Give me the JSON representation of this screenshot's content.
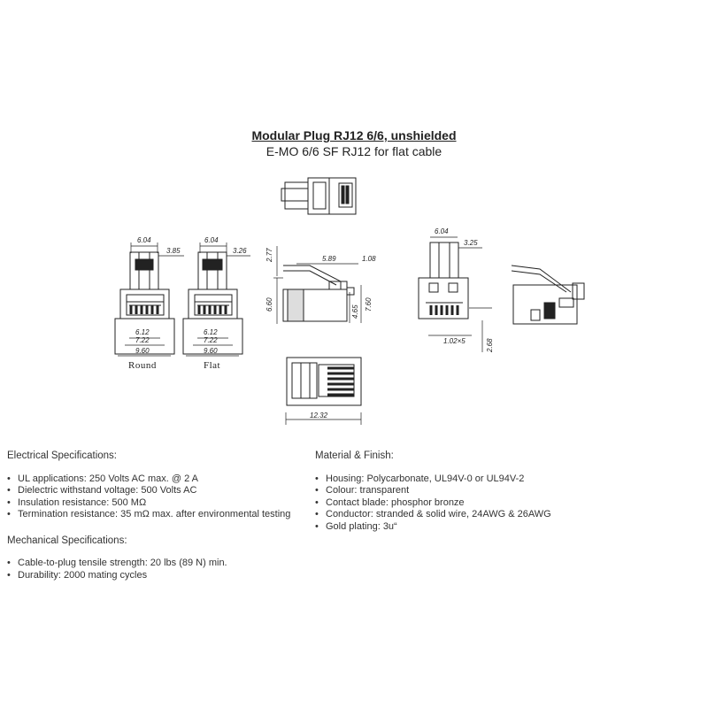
{
  "title": "Modular Plug RJ12 6/6, unshielded",
  "subtitle": "E-MO 6/6 SF RJ12 for flat cable",
  "drawing": {
    "dims": {
      "w604a": "6.04",
      "d385": "3.85",
      "d612a": "6.12",
      "d722a": "7.22",
      "d960a": "9.60",
      "w604b": "6.04",
      "d326a": "3.26",
      "d612b": "6.12",
      "d722b": "7.22",
      "d960b": "9.60",
      "d277": "2.77",
      "d589": "5.89",
      "d108": "1.08",
      "d660": "6.60",
      "d465": "4.65",
      "d760": "7.60",
      "w604c": "6.04",
      "d325": "3.25",
      "d1025": "1.02×5",
      "d268": "2.68",
      "d1232": "12.32"
    },
    "captions": {
      "round": "Round",
      "flat": "Flat"
    }
  },
  "specs": {
    "electrical": {
      "heading": "Electrical Specifications:",
      "items": [
        "UL applications: 250 Volts AC max. @ 2 A",
        "Dielectric withstand voltage: 500 Volts AC",
        "Insulation resistance: 500 MΩ",
        "Termination resistance: 35 mΩ max. after environmental testing"
      ]
    },
    "mechanical": {
      "heading": "Mechanical Specifications:",
      "items": [
        "Cable-to-plug tensile strength: 20 lbs (89 N) min.",
        "Durability: 2000 mating cycles"
      ]
    },
    "material": {
      "heading": "Material & Finish:",
      "items": [
        "Housing: Polycarbonate, UL94V-0 or UL94V-2",
        "Colour: transparent",
        "Contact blade: phosphor bronze",
        "Conductor: stranded & solid wire, 24AWG & 26AWG",
        "Gold plating: 3u“"
      ]
    }
  }
}
